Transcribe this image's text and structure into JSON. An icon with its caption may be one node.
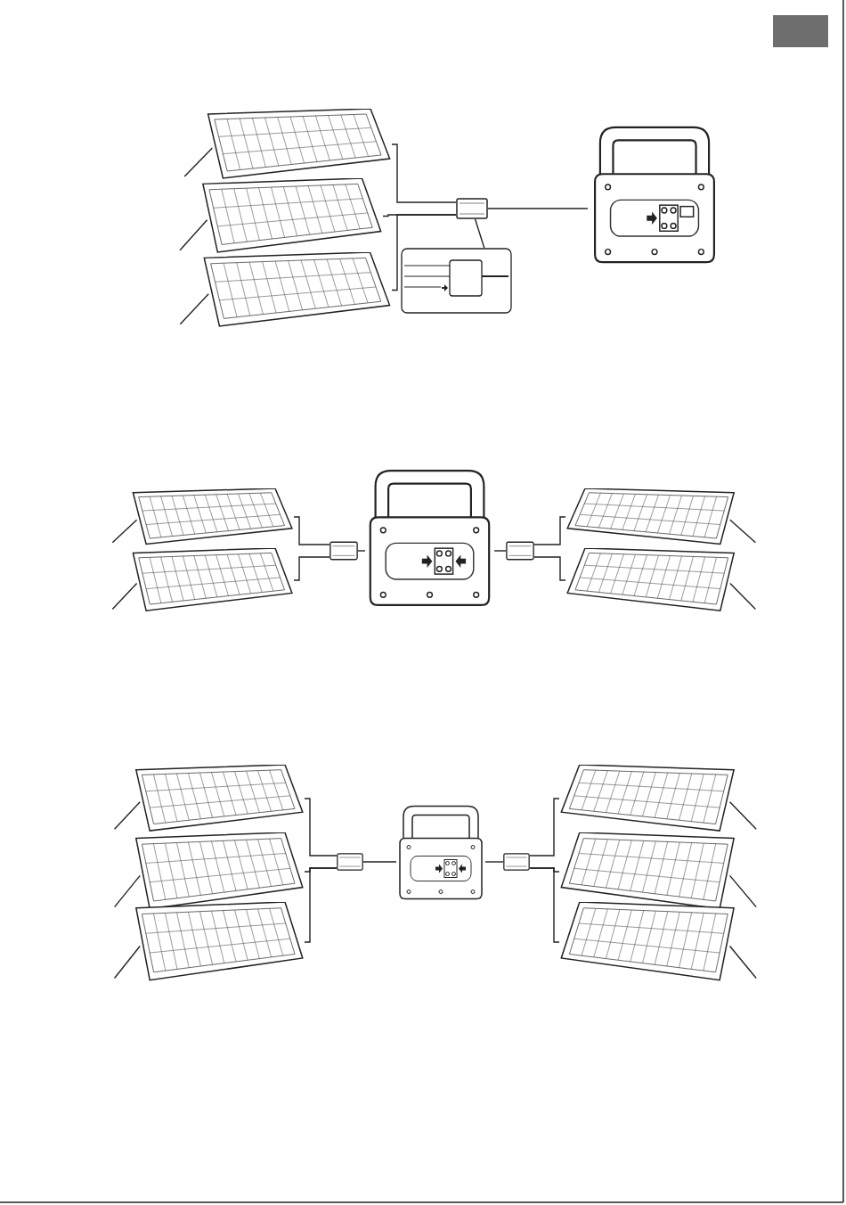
{
  "diagram": {
    "nodes": [
      {
        "text": [],
        "shape": "picture"
      },
      {
        "text": [],
        "shape": "picture"
      },
      {
        "text": [],
        "shape": "picture"
      },
      {
        "text": [],
        "shape": "picture"
      },
      {
        "text": [],
        "shape": "picture"
      },
      {
        "text": [],
        "shape": "picture"
      },
      {
        "text": [],
        "shape": "picture"
      },
      {
        "text": [],
        "shape": "picture"
      },
      {
        "text": [],
        "shape": "picture"
      },
      {
        "text": [],
        "shape": "picture"
      },
      {
        "text": [],
        "shape": "picture"
      },
      {
        "text": [],
        "shape": "picture"
      },
      {
        "text": [],
        "shape": "picture"
      },
      {
        "text": [],
        "shape": "picture"
      },
      {
        "text": [],
        "shape": "picture"
      },
      {
        "text": [],
        "shape": "picture"
      },
      {
        "text": [],
        "shape": "picture"
      },
      {
        "text": [],
        "shape": "picture"
      },
      {
        "text": [],
        "shape": "picture"
      },
      {
        "text": [],
        "shape": "picture"
      },
      {
        "text": [],
        "shape": "picture"
      },
      {
        "text": [],
        "shape": "picture"
      }
    ],
    "edges": [
      {
        "from": 0,
        "to": 3,
        "arrow": "none"
      },
      {
        "from": 1,
        "to": 3,
        "arrow": "none"
      },
      {
        "from": 2,
        "to": 3,
        "arrow": "none"
      },
      {
        "from": 3,
        "to": 4,
        "arrow": "none"
      },
      {
        "from": 3,
        "to": 5,
        "arrow": "none"
      },
      {
        "from": 6,
        "to": 8,
        "arrow": "none"
      },
      {
        "from": 7,
        "to": 8,
        "arrow": "none"
      },
      {
        "from": 8,
        "to": 9,
        "arrow": "none"
      },
      {
        "from": 10,
        "to": 9,
        "arrow": "none"
      },
      {
        "from": 11,
        "to": 10,
        "arrow": "none"
      },
      {
        "from": 12,
        "to": 10,
        "arrow": "none"
      },
      {
        "from": 13,
        "to": 16,
        "arrow": "none"
      },
      {
        "from": 14,
        "to": 16,
        "arrow": "none"
      },
      {
        "from": 15,
        "to": 16,
        "arrow": "none"
      },
      {
        "from": 16,
        "to": 17,
        "arrow": "none"
      },
      {
        "from": 18,
        "to": 17,
        "arrow": "none"
      },
      {
        "from": 19,
        "to": 18,
        "arrow": "none"
      },
      {
        "from": 20,
        "to": 18,
        "arrow": "none"
      },
      {
        "from": 21,
        "to": 18,
        "arrow": "none"
      }
    ]
  }
}
